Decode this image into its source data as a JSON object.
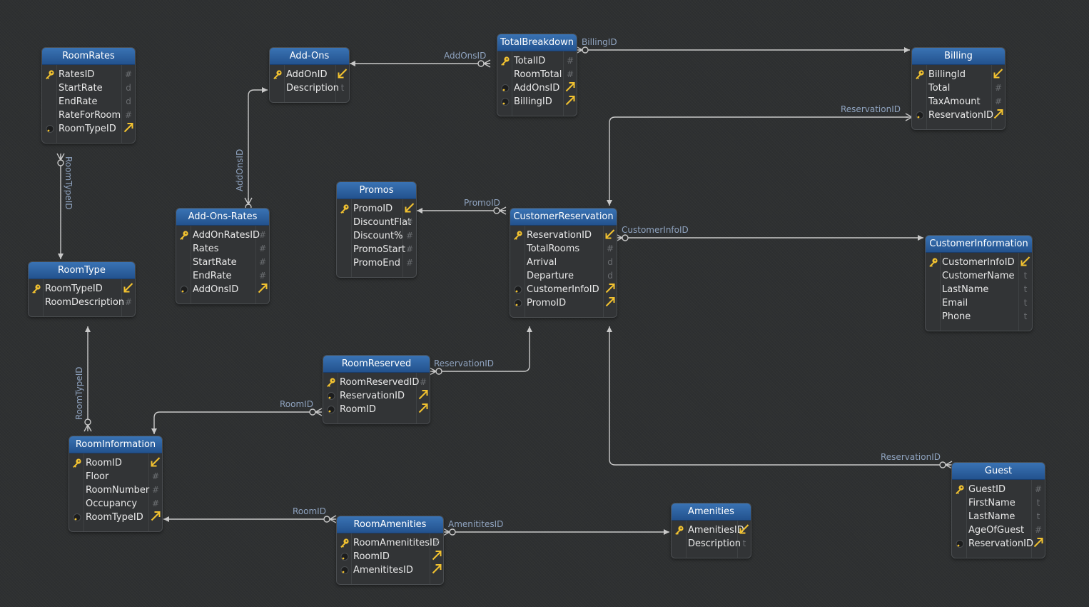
{
  "colors": {
    "background": "#2e3031",
    "header": "#2f65a8",
    "key": "#f2c230",
    "line": "#c9c9c9",
    "label": "#8fa3bf"
  },
  "icons": {
    "pk": "key-icon",
    "fk": "foreign-key-circle-icon",
    "pk_marker": "primary-key-marker-icon",
    "fk_marker": "foreign-key-marker-icon"
  },
  "entities": [
    {
      "id": "roomrates",
      "title": "RoomRates",
      "fields": [
        {
          "name": "RatesID",
          "icon": "pk",
          "type": "#",
          "mark": ""
        },
        {
          "name": "StartRate",
          "icon": "",
          "type": "d",
          "mark": ""
        },
        {
          "name": "EndRate",
          "icon": "",
          "type": "d",
          "mark": ""
        },
        {
          "name": "RateForRoom",
          "icon": "",
          "type": "#",
          "mark": ""
        },
        {
          "name": "RoomTypeID",
          "icon": "fk",
          "type": "",
          "mark": "fk"
        }
      ]
    },
    {
      "id": "addons",
      "title": "Add-Ons",
      "fields": [
        {
          "name": "AddOnID",
          "icon": "pk",
          "type": "",
          "mark": "pk"
        },
        {
          "name": "Description",
          "icon": "",
          "type": "t",
          "mark": ""
        }
      ]
    },
    {
      "id": "totalbreakdown",
      "title": "TotalBreakdown",
      "fields": [
        {
          "name": "TotalID",
          "icon": "pk",
          "type": "#",
          "mark": ""
        },
        {
          "name": "RoomTotal",
          "icon": "",
          "type": "#",
          "mark": ""
        },
        {
          "name": "AddOnsID",
          "icon": "fk",
          "type": "",
          "mark": "fk"
        },
        {
          "name": "BillingID",
          "icon": "fk",
          "type": "",
          "mark": "fk"
        }
      ]
    },
    {
      "id": "billing",
      "title": "Billing",
      "fields": [
        {
          "name": "BillingId",
          "icon": "pk",
          "type": "",
          "mark": "pk"
        },
        {
          "name": "Total",
          "icon": "",
          "type": "#",
          "mark": ""
        },
        {
          "name": "TaxAmount",
          "icon": "",
          "type": "#",
          "mark": ""
        },
        {
          "name": "ReservationID",
          "icon": "fk",
          "type": "",
          "mark": "fk"
        }
      ]
    },
    {
      "id": "promos",
      "title": "Promos",
      "fields": [
        {
          "name": "PromoID",
          "icon": "pk",
          "type": "",
          "mark": "pk"
        },
        {
          "name": "DiscountFlat",
          "icon": "",
          "type": "#",
          "mark": ""
        },
        {
          "name": "Discount%",
          "icon": "",
          "type": "#",
          "mark": ""
        },
        {
          "name": "PromoStart",
          "icon": "",
          "type": "#",
          "mark": ""
        },
        {
          "name": "PromoEnd",
          "icon": "",
          "type": "#",
          "mark": ""
        }
      ]
    },
    {
      "id": "addonsrates",
      "title": "Add-Ons-Rates",
      "fields": [
        {
          "name": "AddOnRatesID",
          "icon": "pk",
          "type": "#",
          "mark": ""
        },
        {
          "name": "Rates",
          "icon": "",
          "type": "#",
          "mark": ""
        },
        {
          "name": "StartRate",
          "icon": "",
          "type": "#",
          "mark": ""
        },
        {
          "name": "EndRate",
          "icon": "",
          "type": "#",
          "mark": ""
        },
        {
          "name": "AddOnsID",
          "icon": "fk",
          "type": "",
          "mark": "fk"
        }
      ]
    },
    {
      "id": "customerreservation",
      "title": "CustomerReservation",
      "fields": [
        {
          "name": "ReservationID",
          "icon": "pk",
          "type": "",
          "mark": "pk"
        },
        {
          "name": "TotalRooms",
          "icon": "",
          "type": "#",
          "mark": ""
        },
        {
          "name": "Arrival",
          "icon": "",
          "type": "d",
          "mark": ""
        },
        {
          "name": "Departure",
          "icon": "",
          "type": "d",
          "mark": ""
        },
        {
          "name": "CustomerInfoID",
          "icon": "fk",
          "type": "",
          "mark": "fk"
        },
        {
          "name": "PromoID",
          "icon": "fk",
          "type": "",
          "mark": "fk"
        }
      ]
    },
    {
      "id": "customerinformation",
      "title": "CustomerInformation",
      "fields": [
        {
          "name": "CustomerInfoID",
          "icon": "pk",
          "type": "",
          "mark": "pk"
        },
        {
          "name": "CustomerName",
          "icon": "",
          "type": "t",
          "mark": ""
        },
        {
          "name": "LastName",
          "icon": "",
          "type": "t",
          "mark": ""
        },
        {
          "name": "Email",
          "icon": "",
          "type": "t",
          "mark": ""
        },
        {
          "name": "Phone",
          "icon": "",
          "type": "t",
          "mark": ""
        }
      ]
    },
    {
      "id": "roomtype",
      "title": "RoomType",
      "fields": [
        {
          "name": "RoomTypeID",
          "icon": "pk",
          "type": "",
          "mark": "pk"
        },
        {
          "name": "RoomDescription",
          "icon": "",
          "type": "#",
          "mark": ""
        }
      ]
    },
    {
      "id": "roomreserved",
      "title": "RoomReserved",
      "fields": [
        {
          "name": "RoomReservedID",
          "icon": "pk",
          "type": "#",
          "mark": ""
        },
        {
          "name": "ReservationID",
          "icon": "fk",
          "type": "",
          "mark": "fk"
        },
        {
          "name": "RoomID",
          "icon": "fk",
          "type": "",
          "mark": "fk"
        }
      ]
    },
    {
      "id": "roominformation",
      "title": "RoomInformation",
      "fields": [
        {
          "name": "RoomID",
          "icon": "pk",
          "type": "",
          "mark": "pk"
        },
        {
          "name": "Floor",
          "icon": "",
          "type": "#",
          "mark": ""
        },
        {
          "name": "RoomNumber",
          "icon": "",
          "type": "#",
          "mark": ""
        },
        {
          "name": "Occupancy",
          "icon": "",
          "type": "#",
          "mark": ""
        },
        {
          "name": "RoomTypeID",
          "icon": "fk",
          "type": "",
          "mark": "fk"
        }
      ]
    },
    {
      "id": "guest",
      "title": "Guest",
      "fields": [
        {
          "name": "GuestID",
          "icon": "pk",
          "type": "#",
          "mark": ""
        },
        {
          "name": "FirstName",
          "icon": "",
          "type": "t",
          "mark": ""
        },
        {
          "name": "LastName",
          "icon": "",
          "type": "t",
          "mark": ""
        },
        {
          "name": "AgeOfGuest",
          "icon": "",
          "type": "#",
          "mark": ""
        },
        {
          "name": "ReservationID",
          "icon": "fk",
          "type": "",
          "mark": "fk"
        }
      ]
    },
    {
      "id": "roomamenities",
      "title": "RoomAmenities",
      "fields": [
        {
          "name": "RoomAmenititesID",
          "icon": "pk",
          "type": "#",
          "mark": ""
        },
        {
          "name": "RoomID",
          "icon": "fk",
          "type": "",
          "mark": "fk"
        },
        {
          "name": "AmenititesID",
          "icon": "fk",
          "type": "",
          "mark": "fk"
        }
      ]
    },
    {
      "id": "amenities",
      "title": "Amenities",
      "fields": [
        {
          "name": "AmenitiesID",
          "icon": "pk",
          "type": "",
          "mark": "pk"
        },
        {
          "name": "Description",
          "icon": "",
          "type": "t",
          "mark": ""
        }
      ]
    }
  ],
  "relationships": [
    {
      "id": "rel-addonsid-totalbreakdown",
      "label": "AddOnsID"
    },
    {
      "id": "rel-billingid",
      "label": "BillingID"
    },
    {
      "id": "rel-reservationid-billing",
      "label": "ReservationID"
    },
    {
      "id": "rel-addonsid-rates",
      "label": "AddOnsID"
    },
    {
      "id": "rel-roomtypeid-rates",
      "label": "RoomTypeID"
    },
    {
      "id": "rel-promoid",
      "label": "PromoID"
    },
    {
      "id": "rel-customerinfoid",
      "label": "CustomerInfoID"
    },
    {
      "id": "rel-roomtypeid-info",
      "label": "RoomTypeID"
    },
    {
      "id": "rel-reservationid-reserved",
      "label": "ReservationID"
    },
    {
      "id": "rel-roomid-reserved",
      "label": "RoomID"
    },
    {
      "id": "rel-reservationid-guest",
      "label": "ReservationID"
    },
    {
      "id": "rel-roomid-amenities",
      "label": "RoomID"
    },
    {
      "id": "rel-amenitiesid",
      "label": "AmenititesID"
    }
  ]
}
